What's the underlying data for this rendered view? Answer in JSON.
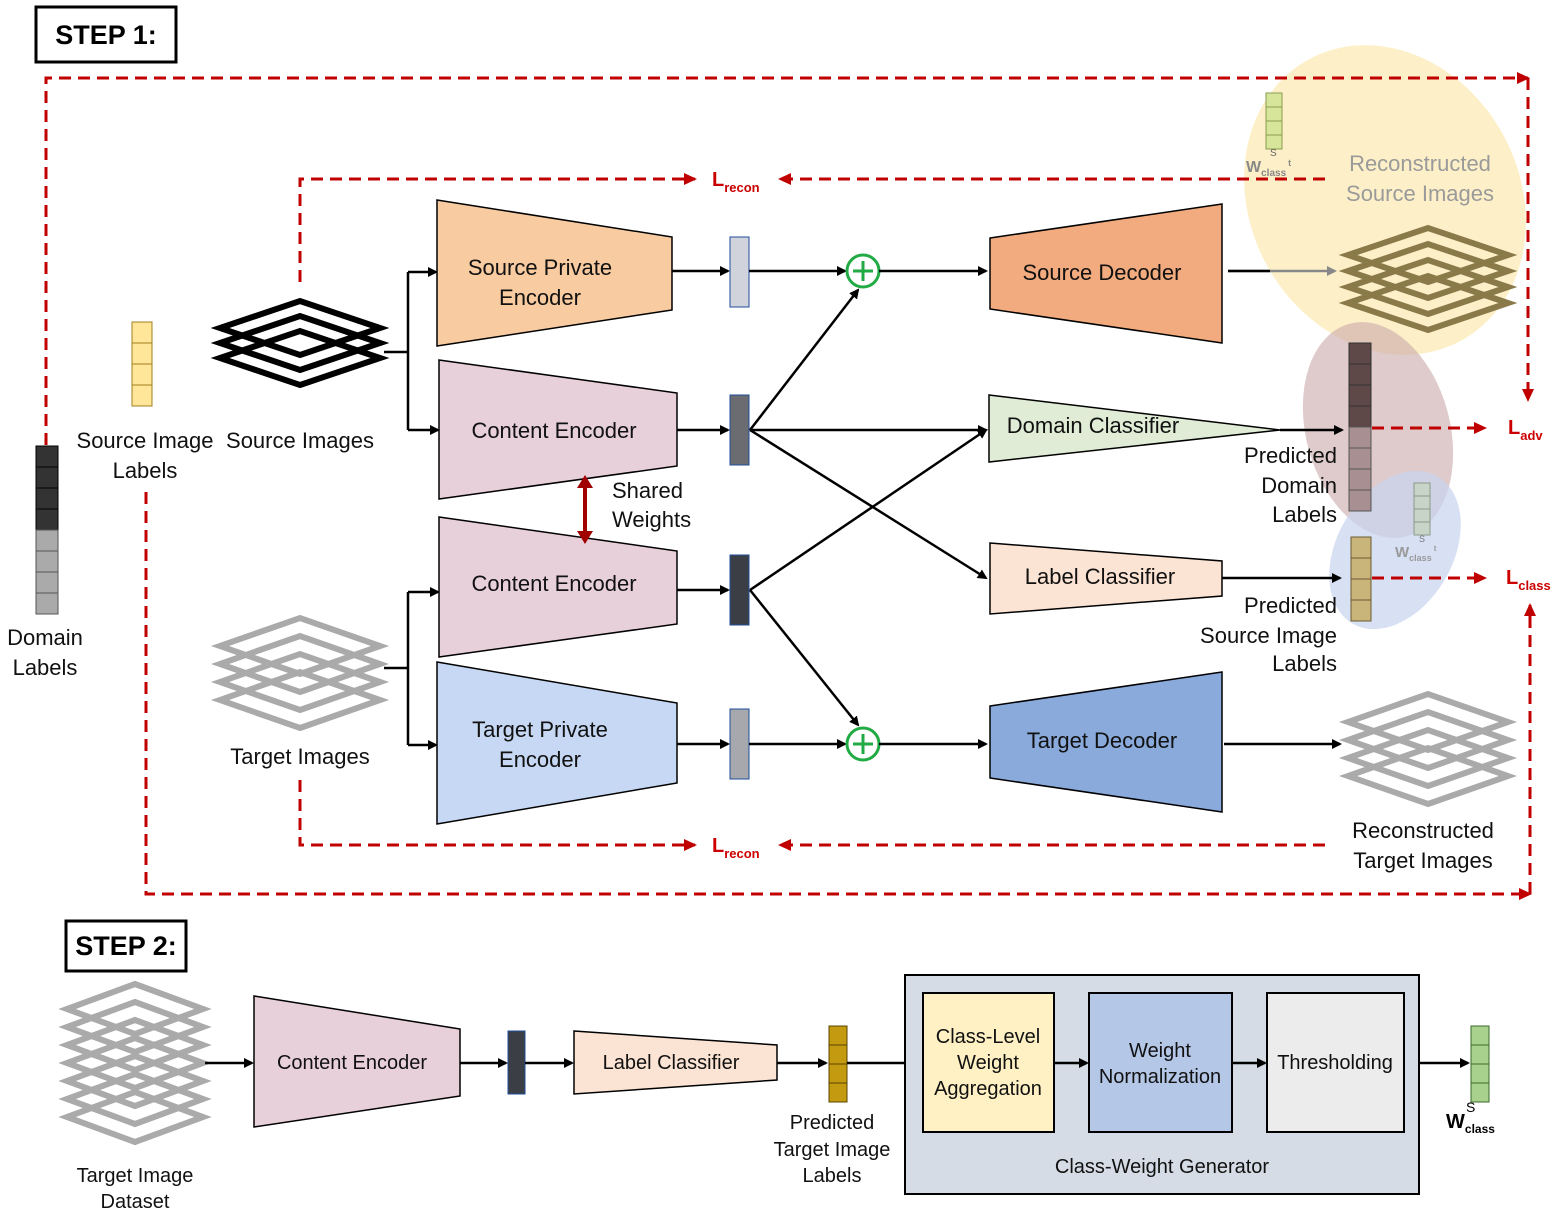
{
  "step1": {
    "title": "STEP 1:"
  },
  "step2": {
    "title": "STEP 2:"
  },
  "labels": {
    "source_images": "Source Images",
    "source_image_labels_1": "Source Image",
    "source_image_labels_2": "Labels",
    "domain_labels_1": "Domain",
    "domain_labels_2": "Labels",
    "target_images": "Target Images",
    "shared_weights_1": "Shared",
    "shared_weights_2": "Weights",
    "recon_source_1": "Reconstructed",
    "recon_source_2": "Source Images",
    "recon_target_1": "Reconstructed",
    "recon_target_2": "Target Images",
    "pred_domain_1": "Predicted",
    "pred_domain_2": "Domain",
    "pred_domain_3": "Labels",
    "pred_source_1": "Predicted",
    "pred_source_2": "Source Image",
    "pred_source_3": "Labels",
    "wclass_1_main": "W",
    "wclass_1_sub": "class",
    "wclass_1_sup": "S",
    "wclass_1_tick": "t",
    "wclass_2_main": "W",
    "wclass_2_sub": "class",
    "wclass_2_sup": "S",
    "wclass_2_tick": "t"
  },
  "encoders": {
    "source_private_1": "Source Private",
    "source_private_2": "Encoder",
    "content_1": "Content Encoder",
    "content_2": "Content Encoder",
    "target_private_1": "Target Private",
    "target_private_2": "Encoder"
  },
  "decoders": {
    "source": "Source Decoder",
    "target": "Target Decoder"
  },
  "classifiers": {
    "domain": "Domain Classifier",
    "label": "Label Classifier"
  },
  "losses": {
    "recon_top_main": "L",
    "recon_top_sub": "recon",
    "recon_bottom_main": "L",
    "recon_bottom_sub": "recon",
    "adv_main": "L",
    "adv_sub": "adv",
    "class_main": "L",
    "class_sub": "class"
  },
  "step2_labels": {
    "dataset_1": "Target Image",
    "dataset_2": "Dataset",
    "content_encoder": "Content Encoder",
    "label_classifier": "Label Classifier",
    "pred_1": "Predicted",
    "pred_2": "Target Image",
    "pred_3": "Labels",
    "agg_1": "Class-Level",
    "agg_2": "Weight",
    "agg_3": "Aggregation",
    "norm_1": "Weight",
    "norm_2": "Normalization",
    "thresh": "Thresholding",
    "generator": "Class-Weight Generator",
    "w_main": "W",
    "w_sub": "class",
    "w_sup": "S"
  },
  "colors": {
    "source_private": "#f8cba0",
    "content": "#e8d0da",
    "target_private": "#c6d8f3",
    "source_decoder": "#f2ab7e",
    "target_decoder": "#8aaadc",
    "domain_classifier": "#e0ecd5",
    "label_classifier": "#fce4d4",
    "loss_red": "#c00000",
    "plus_green": "#22aa44",
    "generator_bg": "#d6dce5",
    "aggregation": "#fff1c4",
    "normalization": "#b4c7e7",
    "thresholding": "#ececec"
  }
}
